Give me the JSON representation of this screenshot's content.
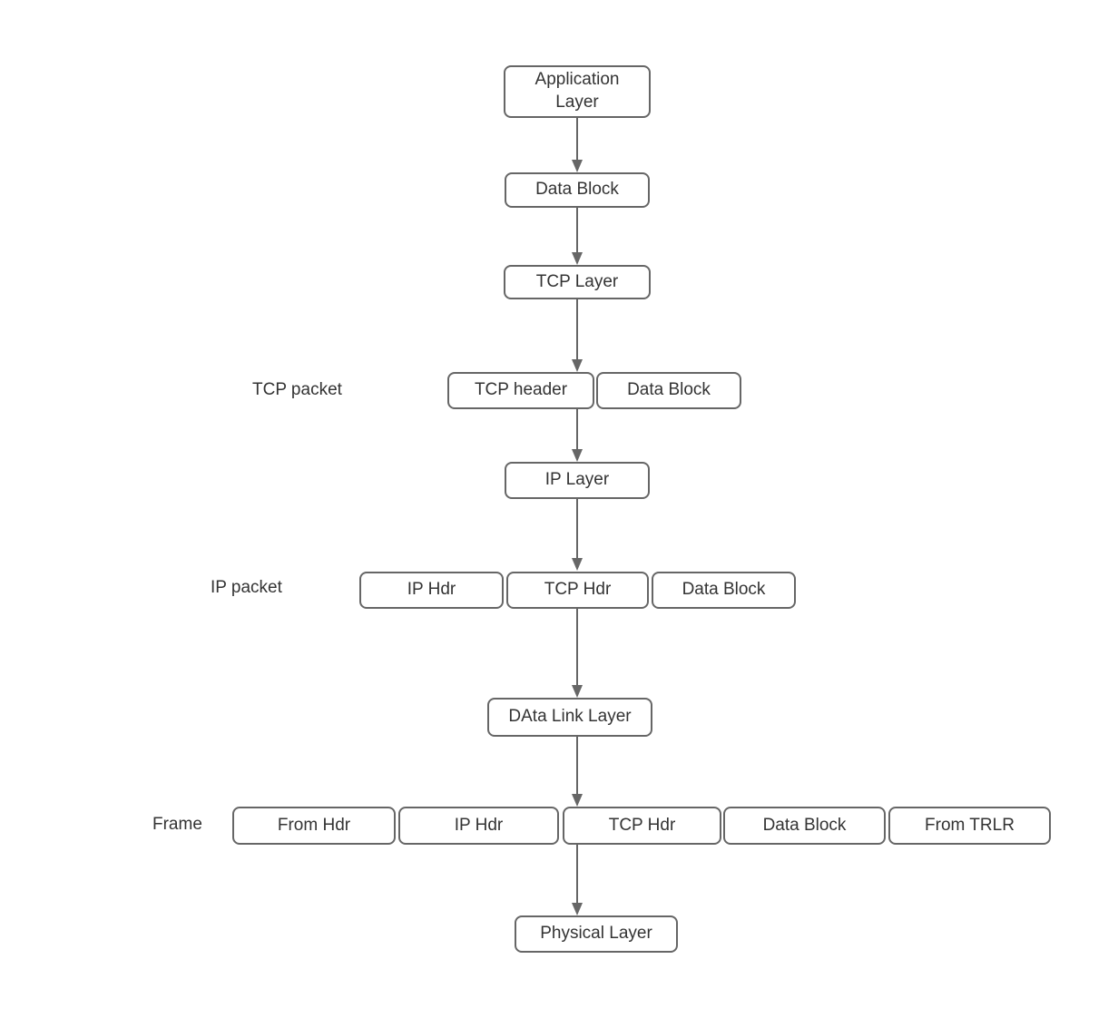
{
  "diagram": {
    "nodes": {
      "application_layer": "Application\nLayer",
      "data_block": "Data Block",
      "tcp_layer": "TCP Layer",
      "tcp_header": "TCP header",
      "tcp_packet_data_block": "Data Block",
      "ip_layer": "IP Layer",
      "ip_hdr": "IP Hdr",
      "ip_packet_tcp_hdr": "TCP Hdr",
      "ip_packet_data_block": "Data Block",
      "data_link_layer": "DAta Link Layer",
      "frame_from_hdr": "From Hdr",
      "frame_ip_hdr": "IP Hdr",
      "frame_tcp_hdr": "TCP Hdr",
      "frame_data_block": "Data Block",
      "frame_from_trlr": "From TRLR",
      "physical_layer": "Physical Layer"
    },
    "row_labels": {
      "tcp_packet": "TCP packet",
      "ip_packet": "IP packet",
      "frame": "Frame"
    },
    "colors": {
      "stroke": "#666666",
      "text": "#333333",
      "canvas_background": "#ffffff"
    }
  }
}
